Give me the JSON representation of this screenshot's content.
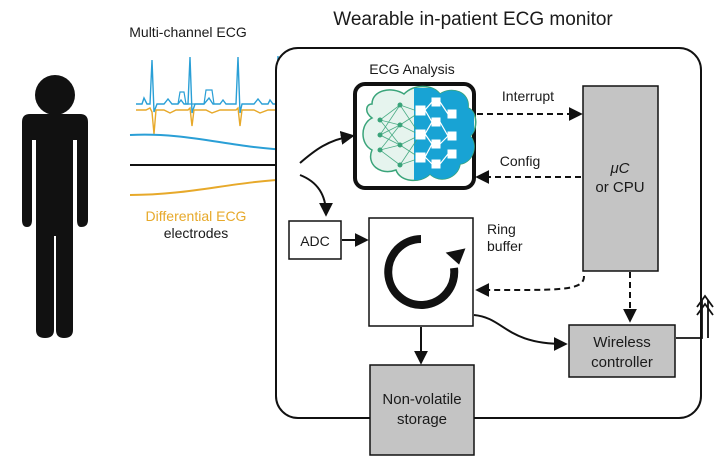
{
  "title": "Wearable in-patient ECG monitor",
  "multichannel_label": "Multi-channel ECG",
  "electrodes_label_line1": "Differential ECG",
  "electrodes_label_line2": "electrodes",
  "ecg_analysis_label": "ECG Analysis",
  "interrupt_label": "Interrupt",
  "config_label": "Config",
  "cpu_label_line1": "μC",
  "cpu_label_line2": "or CPU",
  "adc_label": "ADC",
  "ring_buffer_line1": "Ring",
  "ring_buffer_line2": "buffer",
  "wireless_line1": "Wireless",
  "wireless_line2": "controller",
  "storage_line1": "Non-volatile",
  "storage_line2": "storage",
  "colors": {
    "blue_lead": "#2a9fd6",
    "orange_lead": "#e7a92a",
    "gray_block": "#c4c4c4",
    "nn_green": "#3aa47a",
    "nn_teal": "#1aa3c9",
    "dark": "#111111"
  },
  "icons": [
    "person-icon",
    "neural-network-icon",
    "ring-buffer-circular-arrow-icon",
    "antenna-arrow-icon"
  ]
}
